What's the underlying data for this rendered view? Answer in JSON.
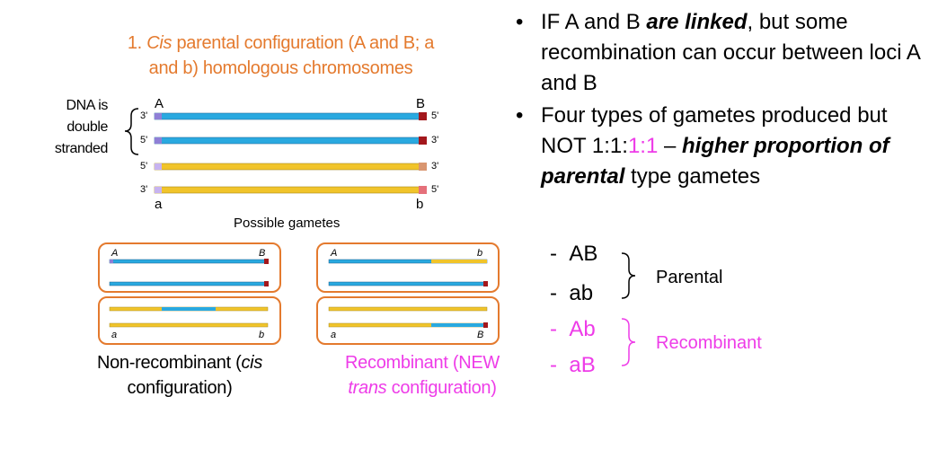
{
  "title": {
    "number": "1.",
    "cis": "Cis",
    "rest_line1": "parental configuration (A and B; a",
    "line2": "and b) homologous chromosomes"
  },
  "dna_label": [
    "DNA is",
    "double",
    "stranded"
  ],
  "chromosome_labels": {
    "A": "A",
    "B": "B",
    "a": "a",
    "b": "b",
    "ends": [
      [
        "3'",
        "5'"
      ],
      [
        "5'",
        "3'"
      ],
      [
        "5'",
        "3'"
      ],
      [
        "3'",
        "5'"
      ]
    ]
  },
  "possible_gametes": "Possible gametes",
  "gamete_letters": {
    "nonrecomb_top": [
      "A",
      "B"
    ],
    "nonrecomb_bottom": [
      "a",
      "b"
    ],
    "recomb_top": [
      "A",
      "b"
    ],
    "recomb_bottom": [
      "a",
      "B"
    ]
  },
  "captions": {
    "nonrecomb_line1_pre": "Non-recombinant (",
    "nonrecomb_line1_it": "cis",
    "nonrecomb_line2": "configuration)",
    "recomb_line1": "Recombinant (NEW",
    "recomb_line2_it": "trans",
    "recomb_line2_rest": " configuration)"
  },
  "bullets": {
    "b1_pre": "IF A and B ",
    "b1_bold": "are linked",
    "b1_post": ", but some recombination can occur between loci A and B",
    "b2_pre": "Four types of gametes produced but NOT 1:1:",
    "b2_mag": "1:1",
    "b2_dash": " –",
    "b2_bold": "higher proportion of parental",
    "b2_post": " type gametes"
  },
  "gamete_list": {
    "parental": [
      "AB",
      "ab"
    ],
    "parental_label": "Parental",
    "recombinant": [
      "Ab",
      "aB"
    ],
    "recombinant_label": "Recombinant",
    "dash": "-"
  },
  "colors": {
    "blue": "#29a9e0",
    "yellow": "#f1c42a",
    "orange": "#e47a2e",
    "magenta": "#ee3ce8",
    "purple_end": "#8f7fd6",
    "red_end": "#a3171c"
  }
}
